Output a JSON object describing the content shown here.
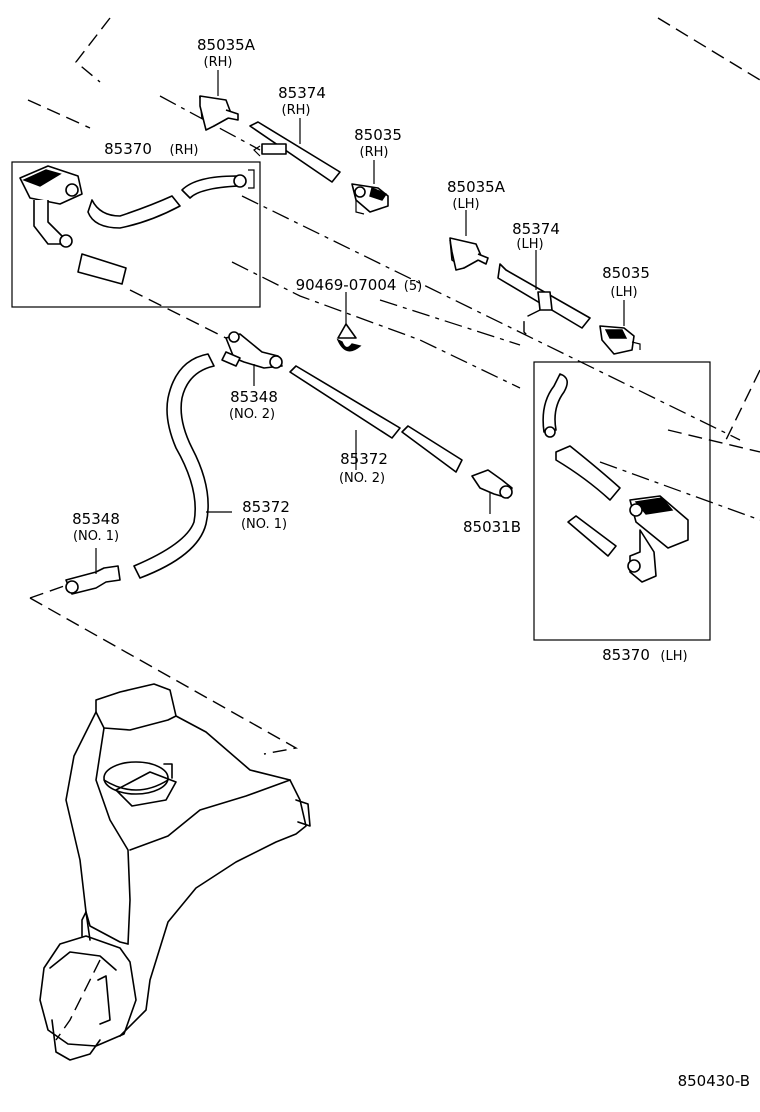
{
  "diagram_code": "850430-B",
  "labels": {
    "l1": {
      "part": "85035A",
      "sub": "(RH)"
    },
    "l2": {
      "part": "85374",
      "sub": "(RH)"
    },
    "l3": {
      "part": "85035",
      "sub": "(RH)"
    },
    "l4": {
      "part": "85370",
      "sub": "(RH)"
    },
    "l5": {
      "part": "85035A",
      "sub": "(LH)"
    },
    "l6": {
      "part": "85374",
      "sub": "(LH)"
    },
    "l7": {
      "part": "85035",
      "sub": "(LH)"
    },
    "l8": {
      "part": "90469-07004",
      "sub": "(5)"
    },
    "l9": {
      "part": "85348",
      "sub": "(NO. 2)"
    },
    "l10": {
      "part": "85372",
      "sub": "(NO. 2)"
    },
    "l11": {
      "part": "85372",
      "sub": "(NO. 1)"
    },
    "l12": {
      "part": "85348",
      "sub": "(NO. 1)"
    },
    "l13": {
      "part": "85031B",
      "sub": ""
    },
    "l14": {
      "part": "85370",
      "sub": "(LH)"
    }
  }
}
